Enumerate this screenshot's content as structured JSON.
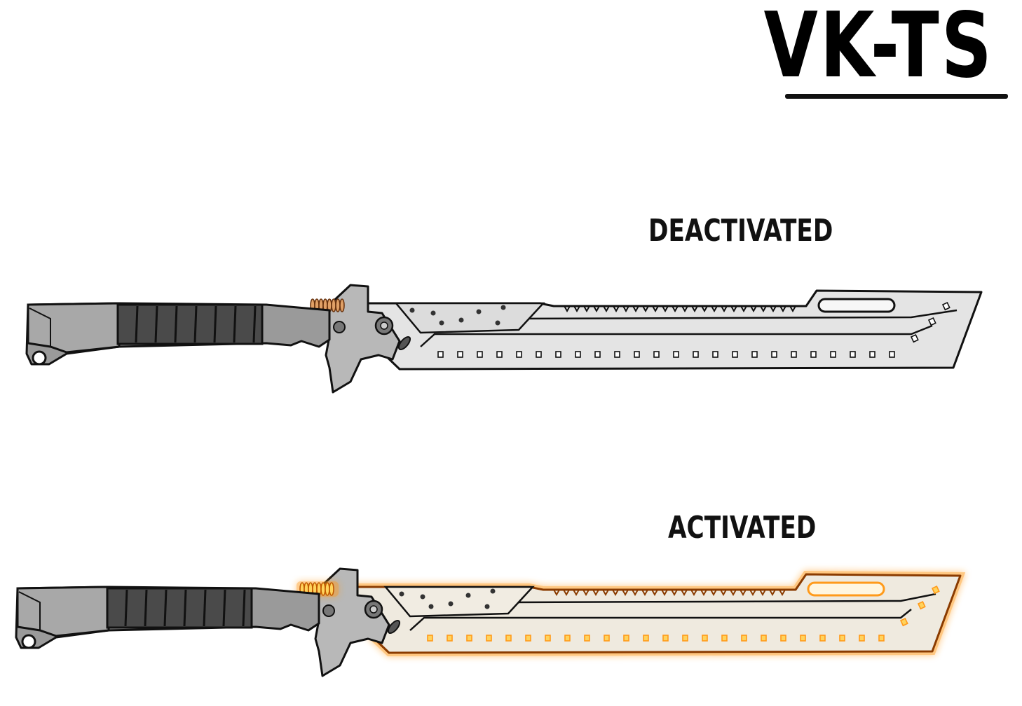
{
  "title": "VK-TS",
  "states": {
    "deactivated": {
      "label": "DEACTIVATED"
    },
    "activated": {
      "label": "ACTIVATED"
    }
  },
  "colors": {
    "ink": "#111111",
    "blade": "#e4e4e4",
    "handle_grip": "#4a4a4a",
    "handle_body": "#9a9a9a",
    "glow": "#ff9a1a",
    "glow_core": "#ffd35c"
  }
}
